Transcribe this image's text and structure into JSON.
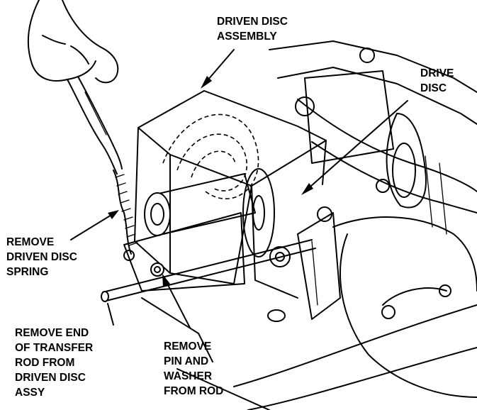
{
  "labels": {
    "driven_disc_assembly": [
      "DRIVEN DISC",
      "ASSEMBLY"
    ],
    "drive_disc": [
      "DRIVE",
      "DISC"
    ],
    "remove_spring": [
      "REMOVE",
      "DRIVEN DISC",
      "SPRING"
    ],
    "remove_rod_end": [
      "REMOVE END",
      "OF TRANSFER",
      "ROD FROM",
      "DRIVEN DISC",
      "ASSY"
    ],
    "remove_pin": [
      "REMOVE",
      "PIN AND",
      "WASHER",
      "FROM ROD"
    ]
  }
}
